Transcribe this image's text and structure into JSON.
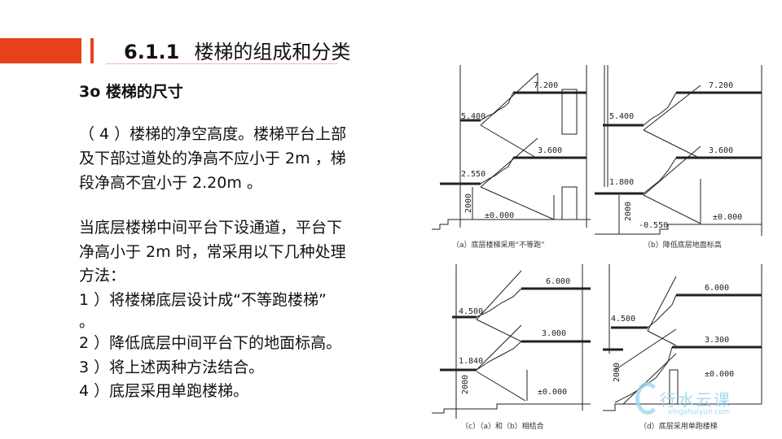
{
  "header": {
    "number": "6.1.1",
    "title": "楼梯的组成和分类"
  },
  "section": {
    "heading": "3o 楼梯的尺寸"
  },
  "paragraphs": [
    [
      "（ 4 ）楼梯的净空高度。楼梯平台上部",
      "及下部过道处的净高不应小于 2m ，梯",
      "段净高不宜小于 2.20m 。"
    ],
    [
      "当底层楼梯中间平台下设通道，平台下",
      "净高小于 2m 时，常采用以下几种处理",
      "方法：",
      "1 ）将楼梯底层设计成“不等跑楼梯”",
      "。",
      "2 ）降低底层中间平台下的地面标高。",
      "3 ）将上述两种方法结合。",
      "4 ）底层采用单跑楼梯。"
    ]
  ],
  "figures": [
    {
      "caption": "（a）底层楼梯采用“不等跑”",
      "levels": [
        "7.200",
        "5.400",
        "3.600",
        "2.550",
        "±0.000"
      ],
      "dim": "2000"
    },
    {
      "caption": "（b）降低底层地面标高",
      "levels": [
        "7.200",
        "5.400",
        "3.600",
        "1.800",
        "±0.000",
        "-0.550"
      ],
      "dim": "2000"
    },
    {
      "caption": "（c）（a）和（b）相结合",
      "levels": [
        "6.000",
        "4.500",
        "3.000",
        "1.840",
        "±0.000"
      ],
      "dim": "2000"
    },
    {
      "caption": "（d）底层采用单跑楼梯",
      "levels": [
        "6.000",
        "4.500",
        "3.300",
        "±0.000"
      ],
      "dim": "2000"
    }
  ],
  "watermark": {
    "name": "行水云课",
    "url": "xingshuiyun.com"
  }
}
